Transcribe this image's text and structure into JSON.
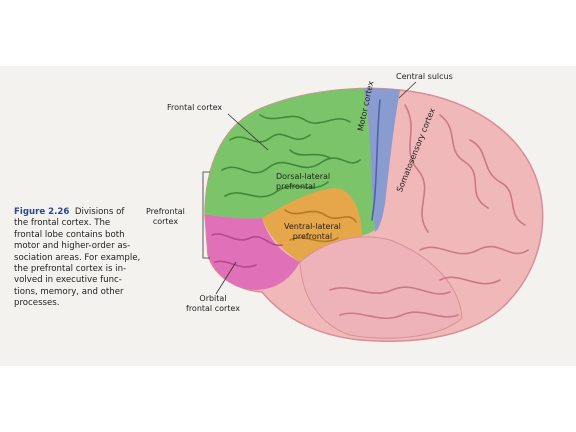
{
  "caption": {
    "figure_number": "Figure 2.26",
    "text_lines": [
      "Divisions of",
      "the frontal cortex. The",
      "frontal lobe contains both",
      "motor and higher-order as-",
      "sociation areas. For example,",
      "the prefrontal cortex is in-",
      "volved in executive func-",
      "tions, memory, and other",
      "processes."
    ]
  },
  "labels": {
    "central_sulcus": "Central sulcus",
    "frontal_cortex": "Frontal cortex",
    "motor_cortex": "Motor cortex",
    "somatosensory_cortex": "Somatosensory cortex",
    "dorsal_lateral": [
      "Dorsal-lateral",
      "prefrontal"
    ],
    "prefrontal": [
      "Prefrontal",
      "cortex"
    ],
    "ventral_lateral": [
      "Ventral-lateral",
      "prefrontal"
    ],
    "orbital": [
      "Orbital",
      "frontal cortex"
    ]
  },
  "colors": {
    "frontal_cortex": "#7cc46a",
    "motor_cortex": "#8a9bd0",
    "ventral_lateral_prefrontal": "#e6a64a",
    "orbital_frontal_cortex": "#e070b8",
    "cortex": "#f0b8b8",
    "caption_accent": "#2a4a8a"
  }
}
